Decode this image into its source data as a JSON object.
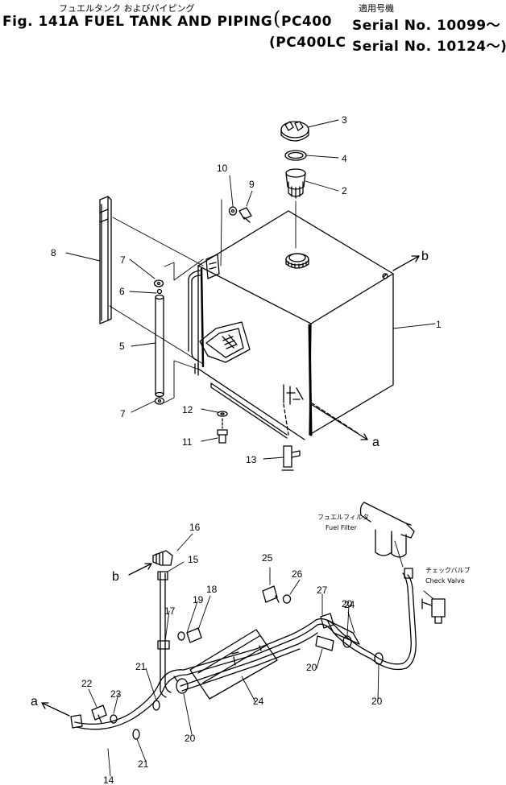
{
  "header": {
    "title_jp": "フュエルタンク およびパイピング",
    "title_en": "Fig. 141A FUEL TANK AND PIPING",
    "applicable_jp": "適用号機",
    "model1": "PC400",
    "serial1": "Serial No. 10099～",
    "model2": "(PC400LC",
    "serial2": "Serial No. 10124～)"
  },
  "callouts": [
    "1",
    "2",
    "3",
    "4",
    "5",
    "6",
    "7",
    "7",
    "8",
    "9",
    "10",
    "11",
    "12",
    "13",
    "14",
    "15",
    "16",
    "17",
    "18",
    "19",
    "20",
    "20",
    "20",
    "20",
    "21",
    "21",
    "22",
    "23",
    "24",
    "24",
    "25",
    "26",
    "27"
  ],
  "connectors": {
    "a_top": "a",
    "b_top": "b",
    "a_bottom": "a",
    "b_bottom": "b"
  },
  "notes": {
    "fuel_filter_jp": "フュエルフィルタ",
    "fuel_filter_en": "Fuel Filter",
    "check_valve_jp": "チェックバルブ",
    "check_valve_en": "Check Valve"
  }
}
